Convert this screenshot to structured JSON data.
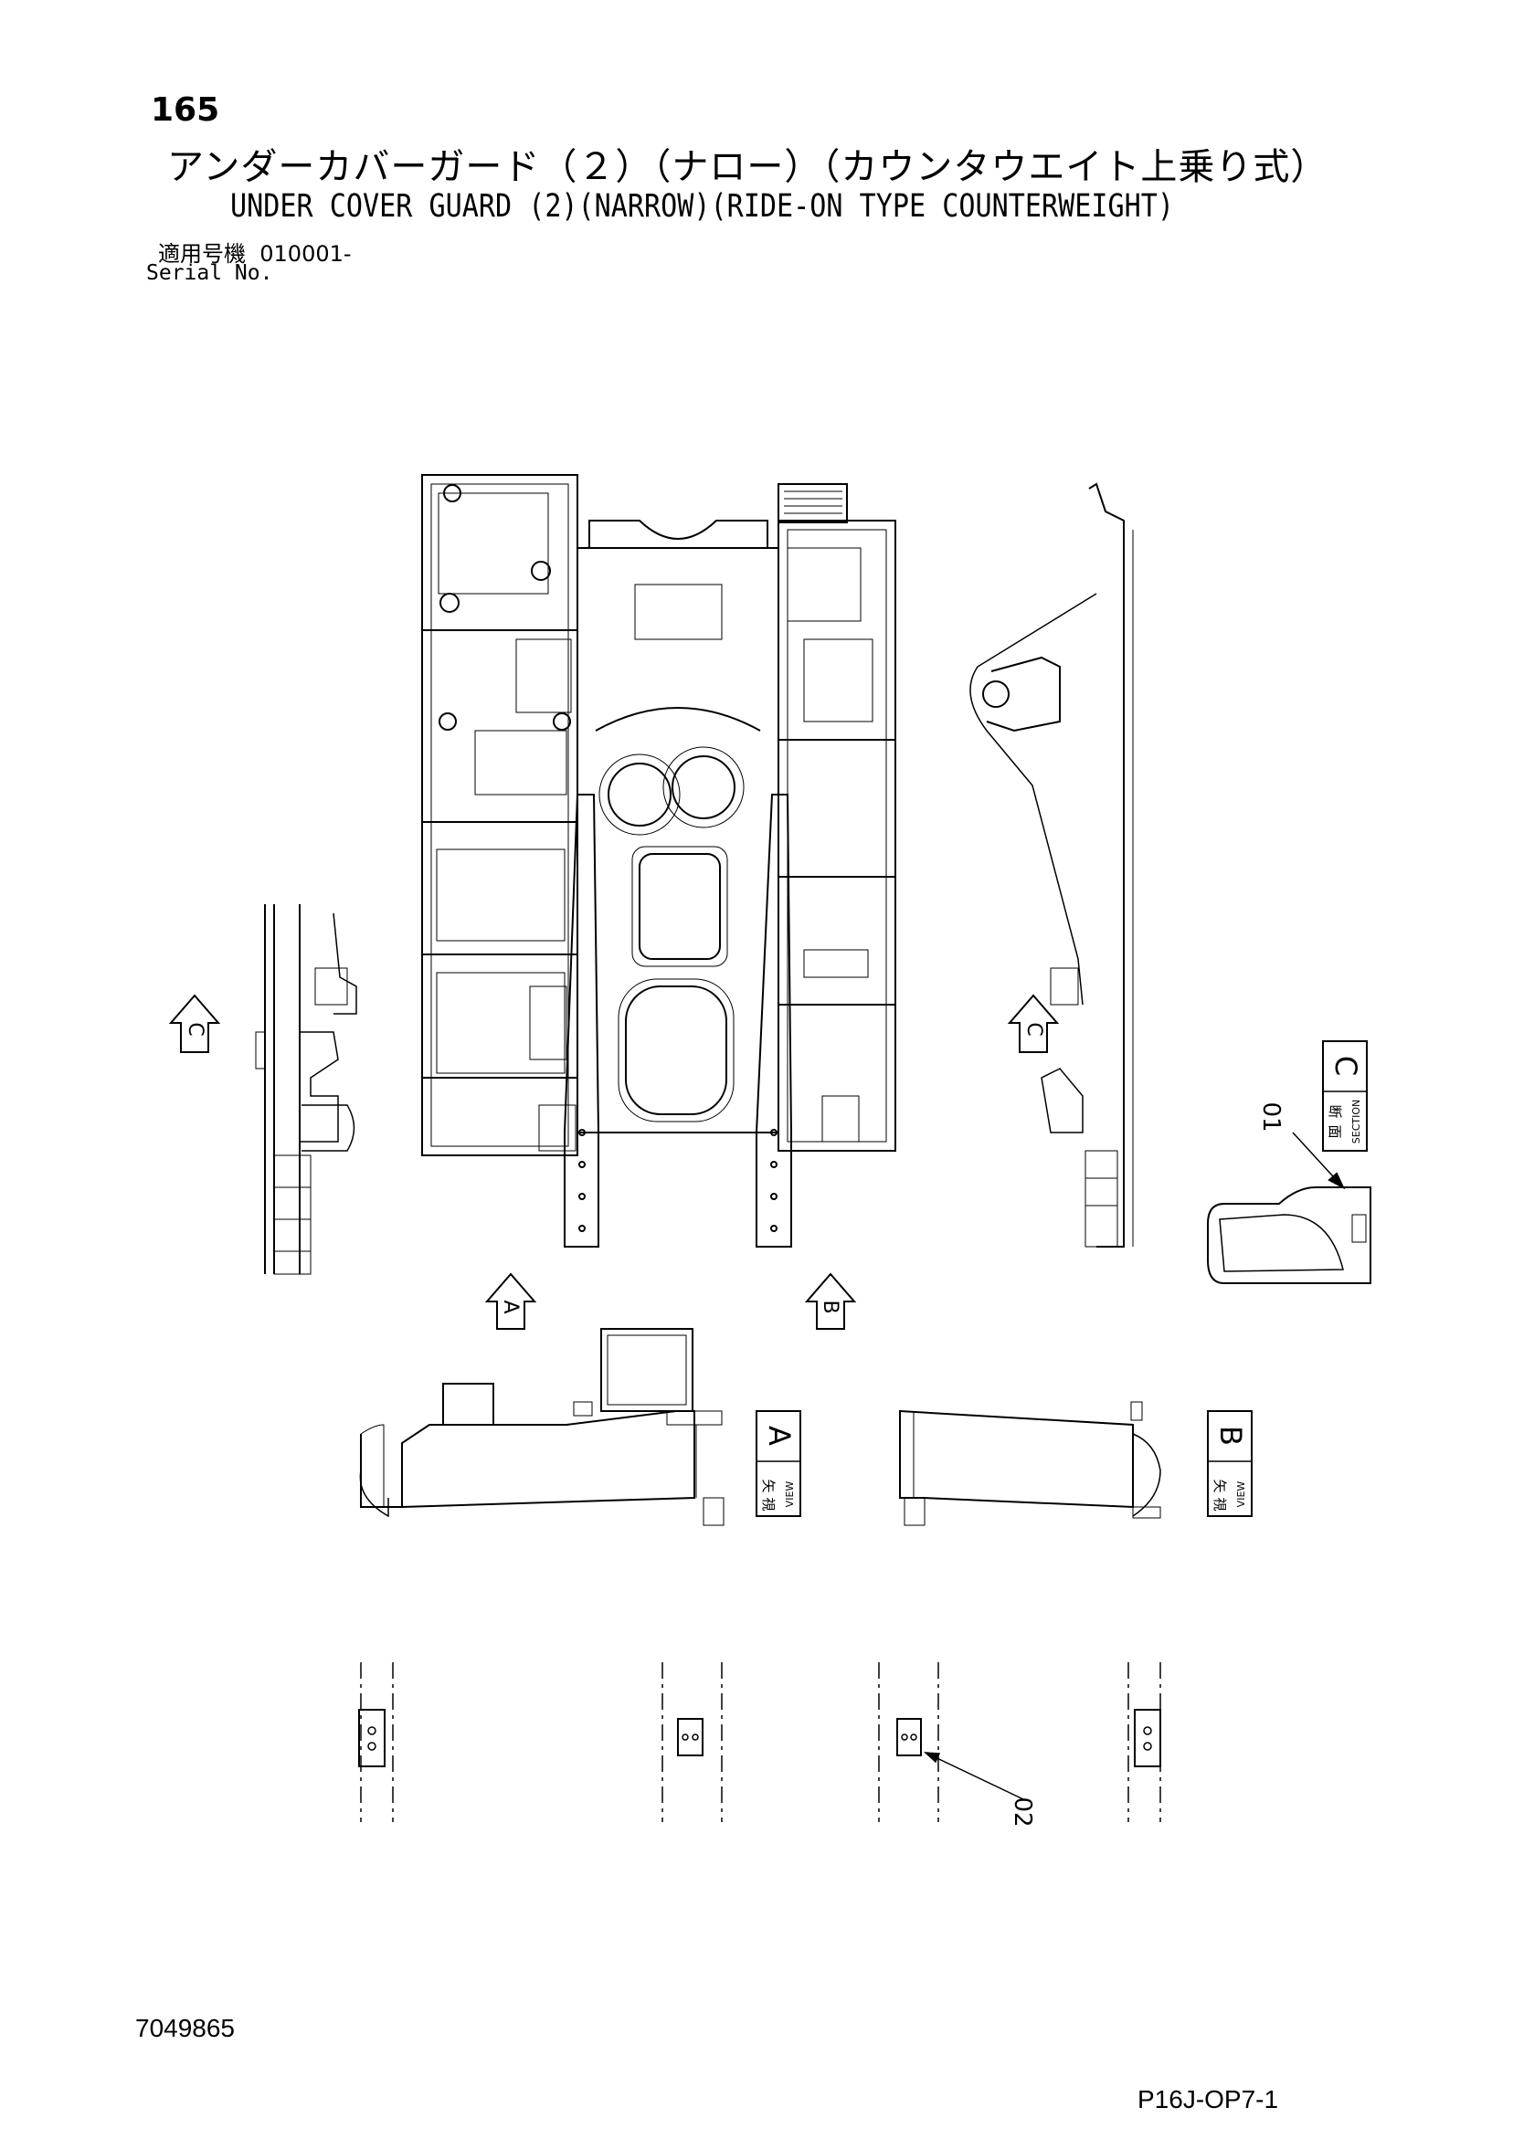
{
  "page": {
    "number": "165",
    "title_jp": "アンダーカバーガード（２）（ナロー）（カウンタウエイト上乗り式）",
    "title_en": "UNDER COVER GUARD (2)(NARROW)(RIDE-ON TYPE COUNTERWEIGHT)",
    "serial_label_jp": "適用号機",
    "serial_value": "010001-",
    "serial_label_en": "Serial No.",
    "document_number": "7049865",
    "sheet_code": "P16J-OP7-1"
  },
  "drawing": {
    "view_markers": {
      "a": "A",
      "b": "B",
      "c": "C"
    },
    "view_label": {
      "kanji_1": "矢",
      "kanji_2": "視",
      "en": "VIEW"
    },
    "section_label": {
      "kanji_1": "断",
      "kanji_2": "面",
      "en": "SECTION"
    },
    "part_callouts": {
      "p01": "01",
      "p02": "02"
    }
  }
}
